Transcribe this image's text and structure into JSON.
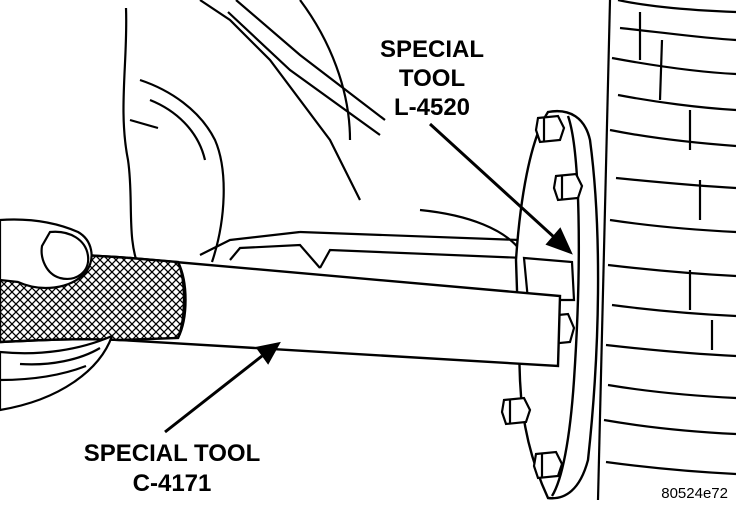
{
  "callouts": {
    "tool_l4520": {
      "line1": "SPECIAL",
      "line2": "TOOL",
      "line3": "L-4520"
    },
    "tool_c4171": {
      "line1": "SPECIAL TOOL",
      "line2": "C-4171"
    }
  },
  "figure_id": "80524e72",
  "colors": {
    "ink": "#000000",
    "paper": "#ffffff"
  }
}
